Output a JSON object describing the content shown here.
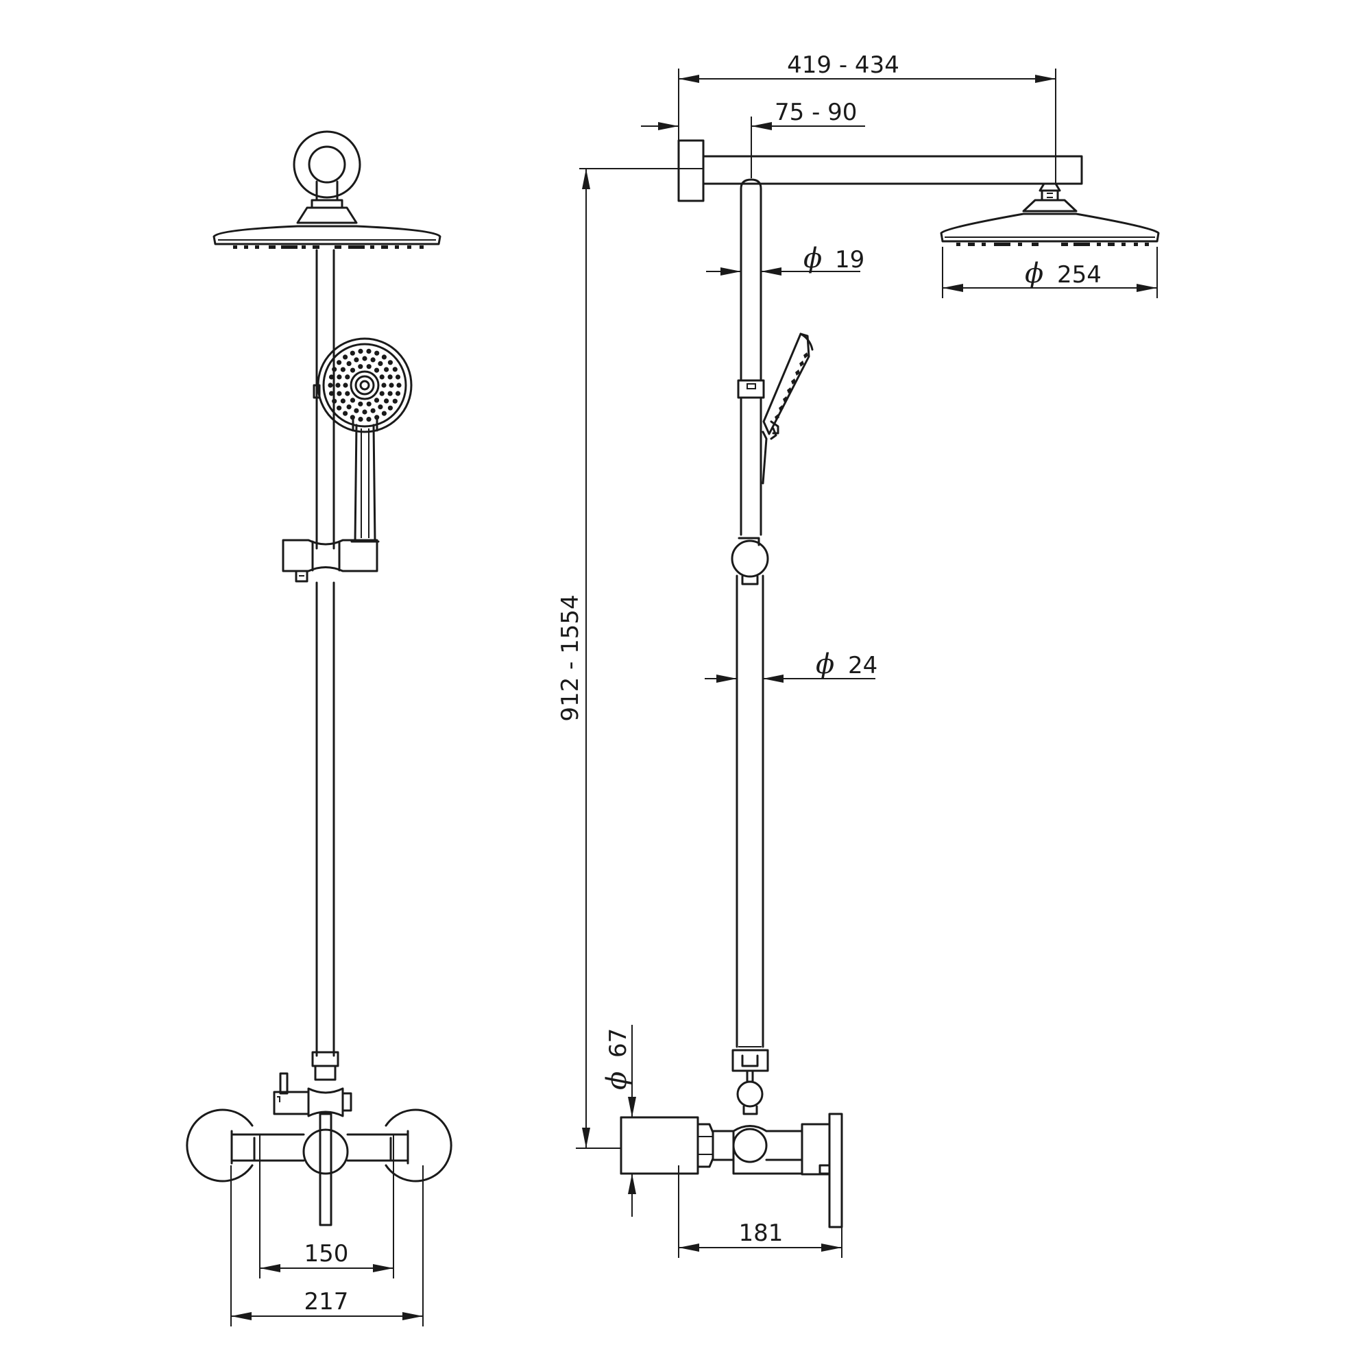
{
  "dimensions": {
    "arm_length": "419 - 434",
    "arm_offset": "75 - 90",
    "height_range": "912 - 1554",
    "upper_pipe_diameter": "19",
    "lower_pipe_diameter": "24",
    "head_diameter": "254",
    "flange_diameter": "67",
    "mixer_depth": "181",
    "inlet_spacing": "150",
    "mixer_width": "217"
  },
  "symbols": {
    "diameter": "ϕ"
  }
}
